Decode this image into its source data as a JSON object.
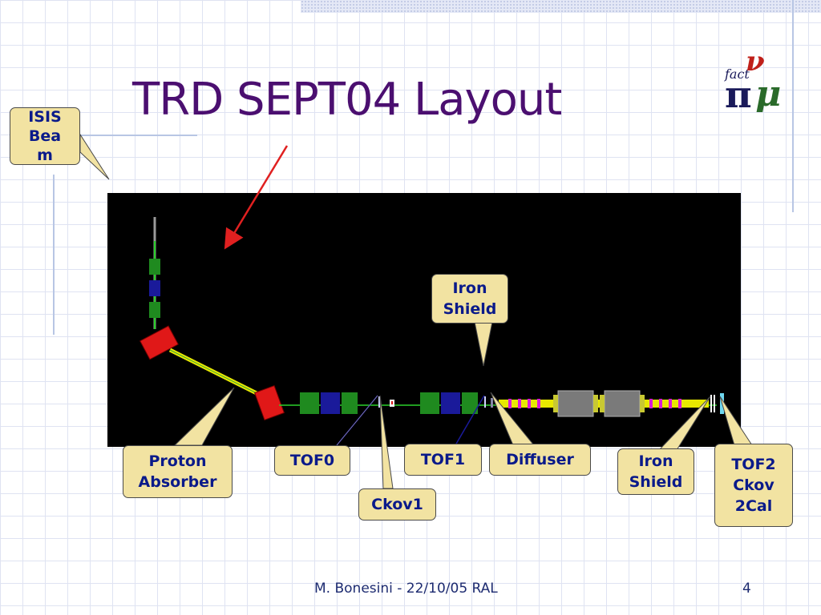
{
  "slide": {
    "title": "TRD SEPT04 Layout",
    "footer_text": "M. Bonesini - 22/10/05 RAL",
    "page_number": "4",
    "logo": {
      "text": "fact",
      "symbols": "νμ π",
      "icon": "nufact-logo"
    }
  },
  "callouts": {
    "isis_beam": "ISIS Bea m",
    "iron_shield_top": "Iron Shield",
    "proton_absorber": "Proton Absorber",
    "tof0": "TOF0",
    "ckov1": "Ckov1",
    "tof1": "TOF1",
    "diffuser": "Diffuser",
    "iron_shield_bottom": "Iron Shield",
    "tof2_ckov2_cal": "TOF2 Ckov 2Cal"
  },
  "colors": {
    "title": "#4b0f70",
    "callout_fill": "#f2e3a2",
    "callout_text": "#0a1a8a",
    "beam_pipe": "#e8e800",
    "quad_green": "#1f8a1f",
    "quad_blue": "#1a1a9a",
    "dipole_red": "#e01818",
    "arrow_red": "#e02020"
  }
}
